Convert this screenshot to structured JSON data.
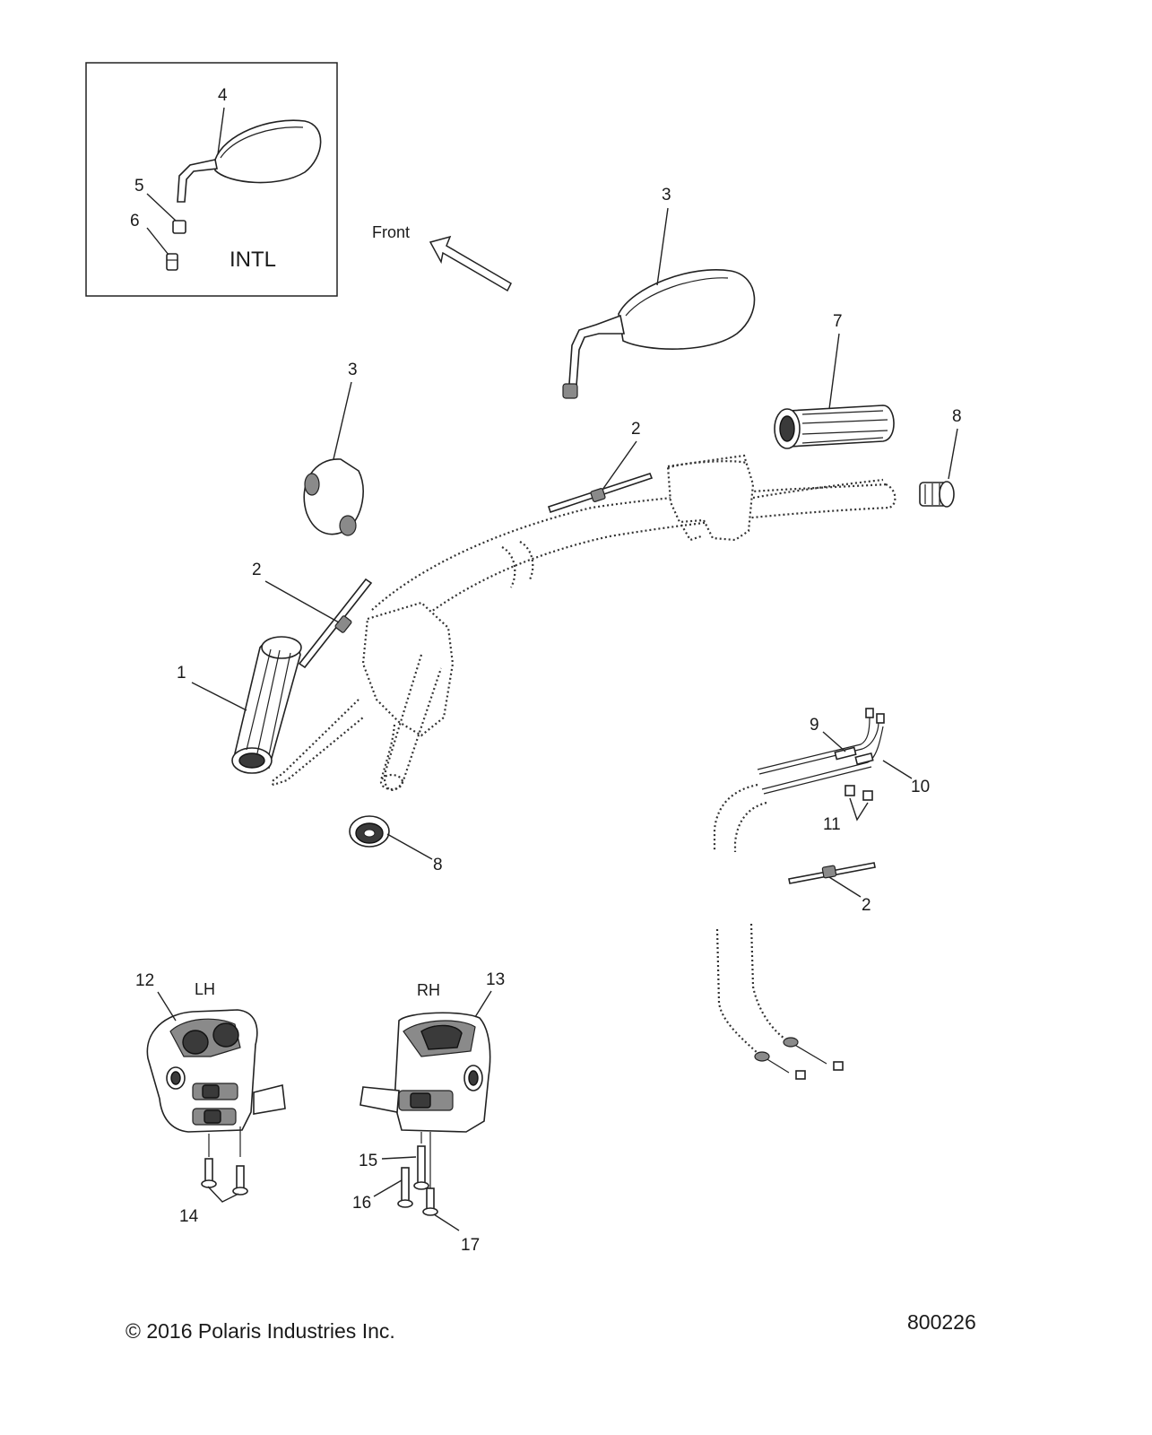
{
  "inset": {
    "label": "INTL",
    "callouts": [
      "4",
      "5",
      "6"
    ]
  },
  "direction": {
    "label": "Front"
  },
  "callouts": {
    "c1": "1",
    "c2a": "2",
    "c2b": "2",
    "c2c": "2",
    "c3a": "3",
    "c3b": "3",
    "c7": "7",
    "c8a": "8",
    "c8b": "8",
    "c9": "9",
    "c10": "10",
    "c11": "11",
    "c12": "12",
    "c13": "13",
    "c14": "14",
    "c15": "15",
    "c16": "16",
    "c17": "17"
  },
  "side_labels": {
    "left": "LH",
    "right": "RH"
  },
  "footer": {
    "copyright": "© 2016 Polaris Industries Inc.",
    "figure_number": "800226"
  }
}
